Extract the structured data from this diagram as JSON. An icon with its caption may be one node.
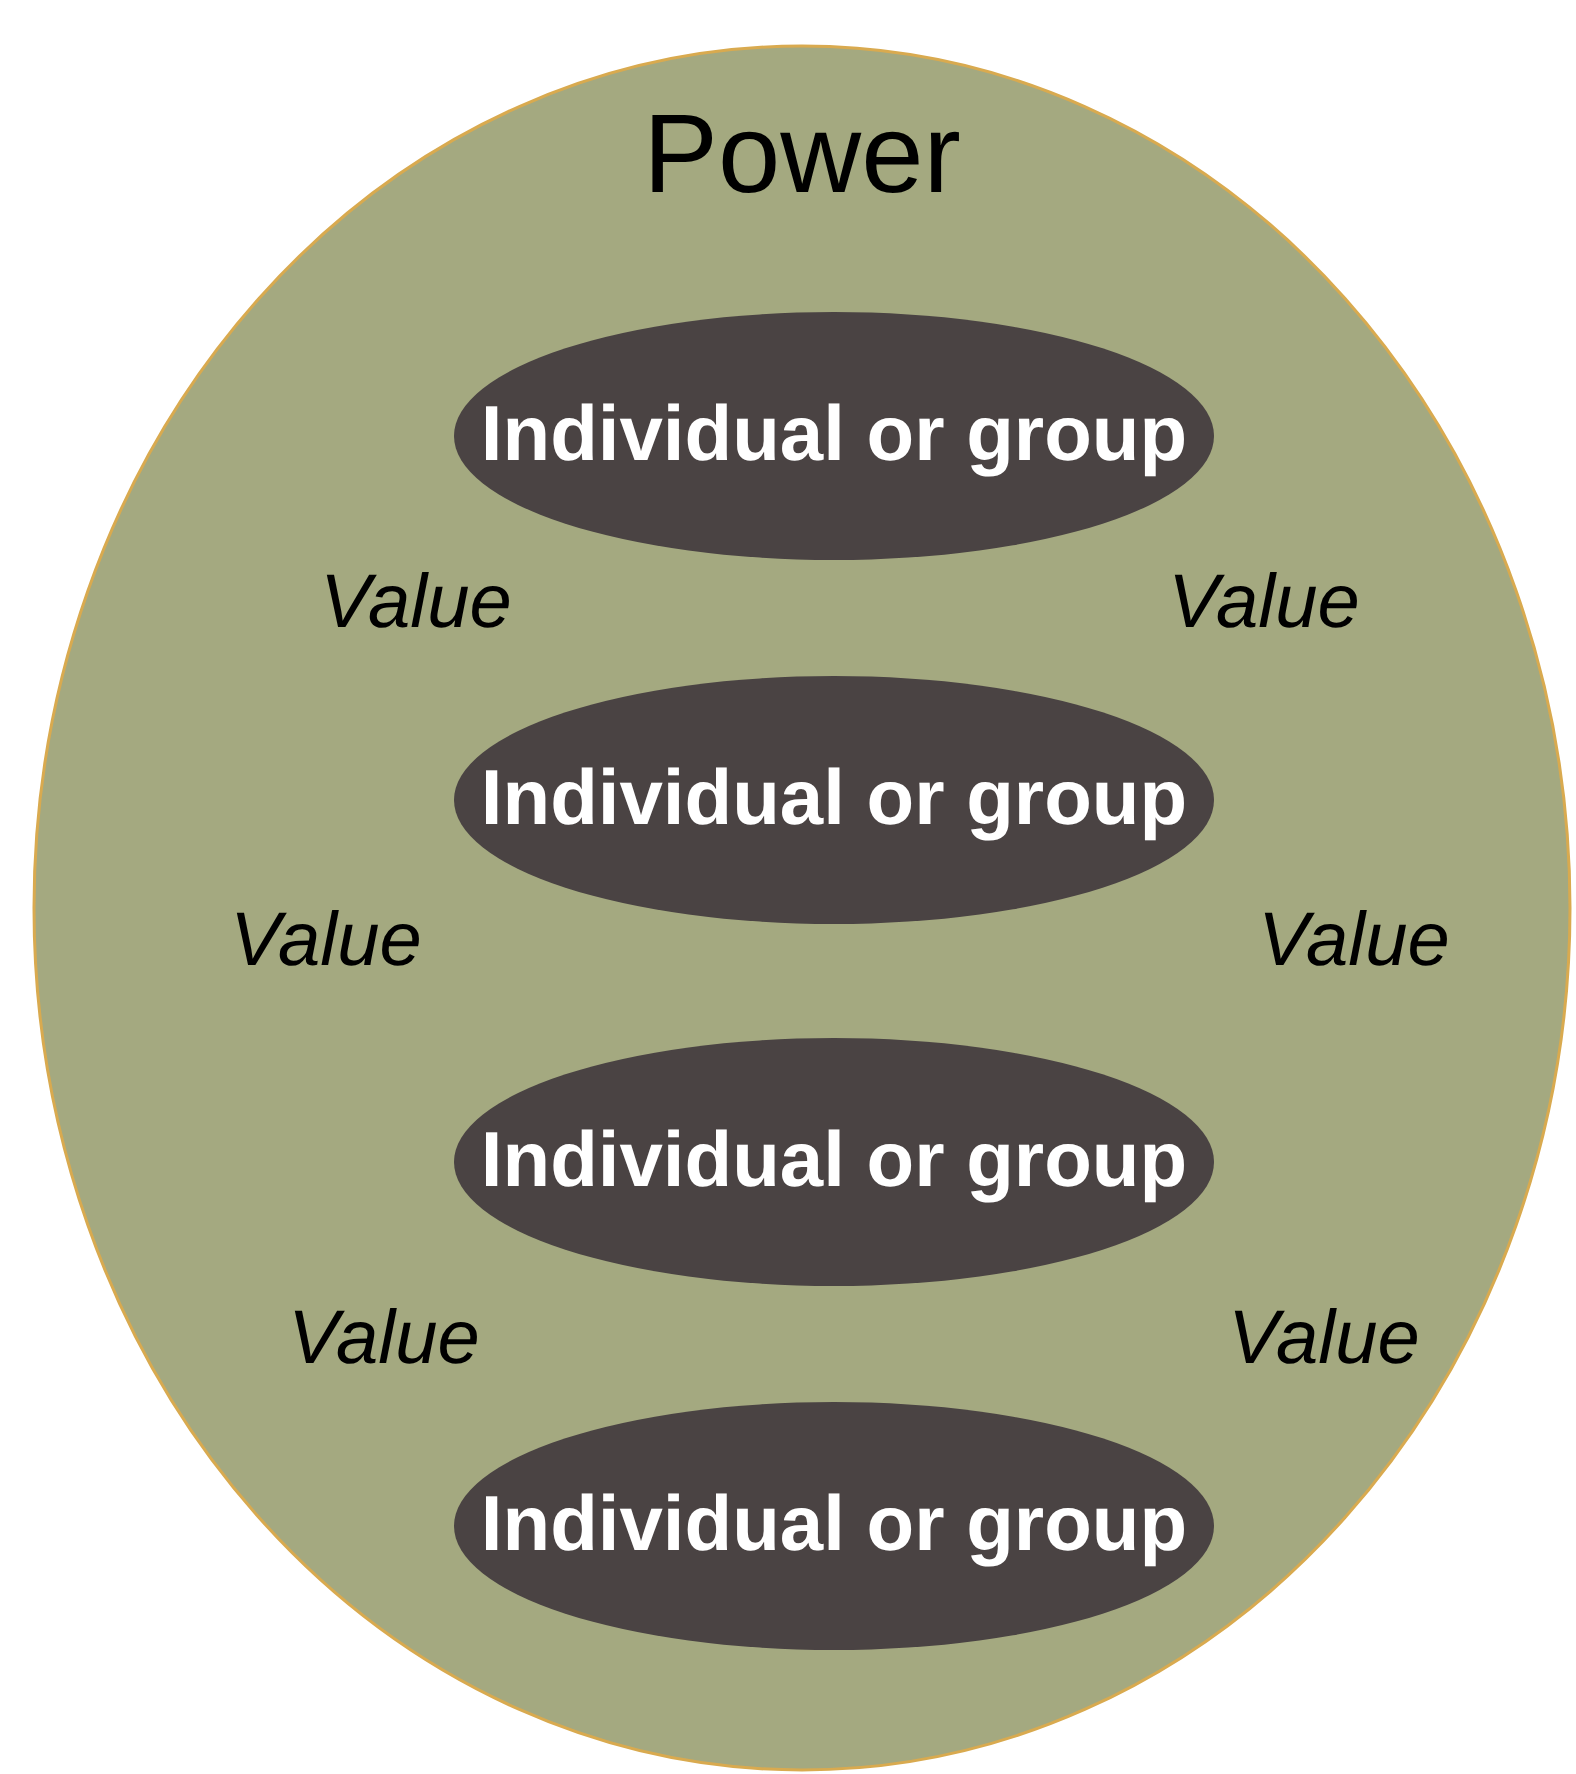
{
  "diagram": {
    "nodes": [
      {
        "text": [
          "Power"
        ]
      },
      {
        "text": [
          "Individual or group"
        ],
        "in": 0
      },
      {
        "text": [
          "Individual or group"
        ],
        "in": 0
      },
      {
        "text": [
          "Individual or group"
        ],
        "in": 0
      },
      {
        "text": [
          "Individual or group"
        ],
        "in": 0
      }
    ],
    "labels": [
      "Value",
      "Value",
      "Value",
      "Value",
      "Value",
      "Value"
    ]
  }
}
